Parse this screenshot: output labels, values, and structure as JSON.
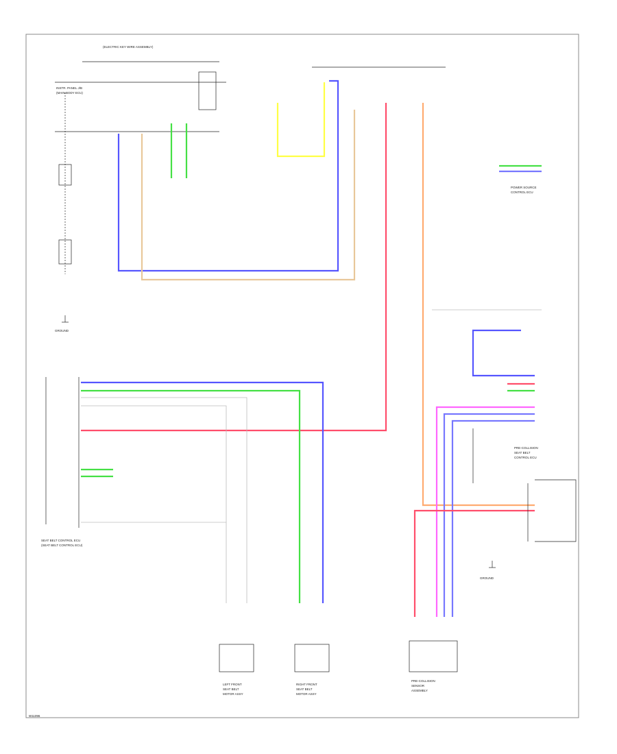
{
  "colors": {
    "blue": "#5555ff",
    "tan": "#e8c79a",
    "yellow": "#ffff44",
    "red": "#ff4d6a",
    "orange": "#ffab70",
    "green": "#44e044",
    "pink": "#ff66ff",
    "violet": "#7777ff",
    "frame": "#888888",
    "ink": "#222222"
  },
  "labels": {
    "top_assy": "(ELECTRIC KEY WIRE ASSEMBLY)",
    "upper_left": [
      "INSTR. PANEL J/B",
      "(MAIN BODY ECU)"
    ],
    "ground": "GROUND",
    "bottom_code": "W11096",
    "lower_left": [
      "SEAT BELT CONTROL ECU",
      "(SEAT BELT CONTROL ECU)"
    ],
    "lower_right_module": [
      "PRE-COLLISION",
      "SEAT BELT",
      "CONTROL ECU"
    ],
    "right_side": [
      "POWER SOURCE",
      "CONTROL ECU"
    ],
    "front_left": [
      "LEFT FRONT",
      "SEAT BELT",
      "MOTOR ASSY"
    ],
    "front_right": [
      "RIGHT FRONT",
      "SEAT BELT",
      "MOTOR ASSY"
    ],
    "bottom_center": [
      "PRE-COLLISION",
      "SENSOR",
      "ASSEMBLY"
    ]
  }
}
